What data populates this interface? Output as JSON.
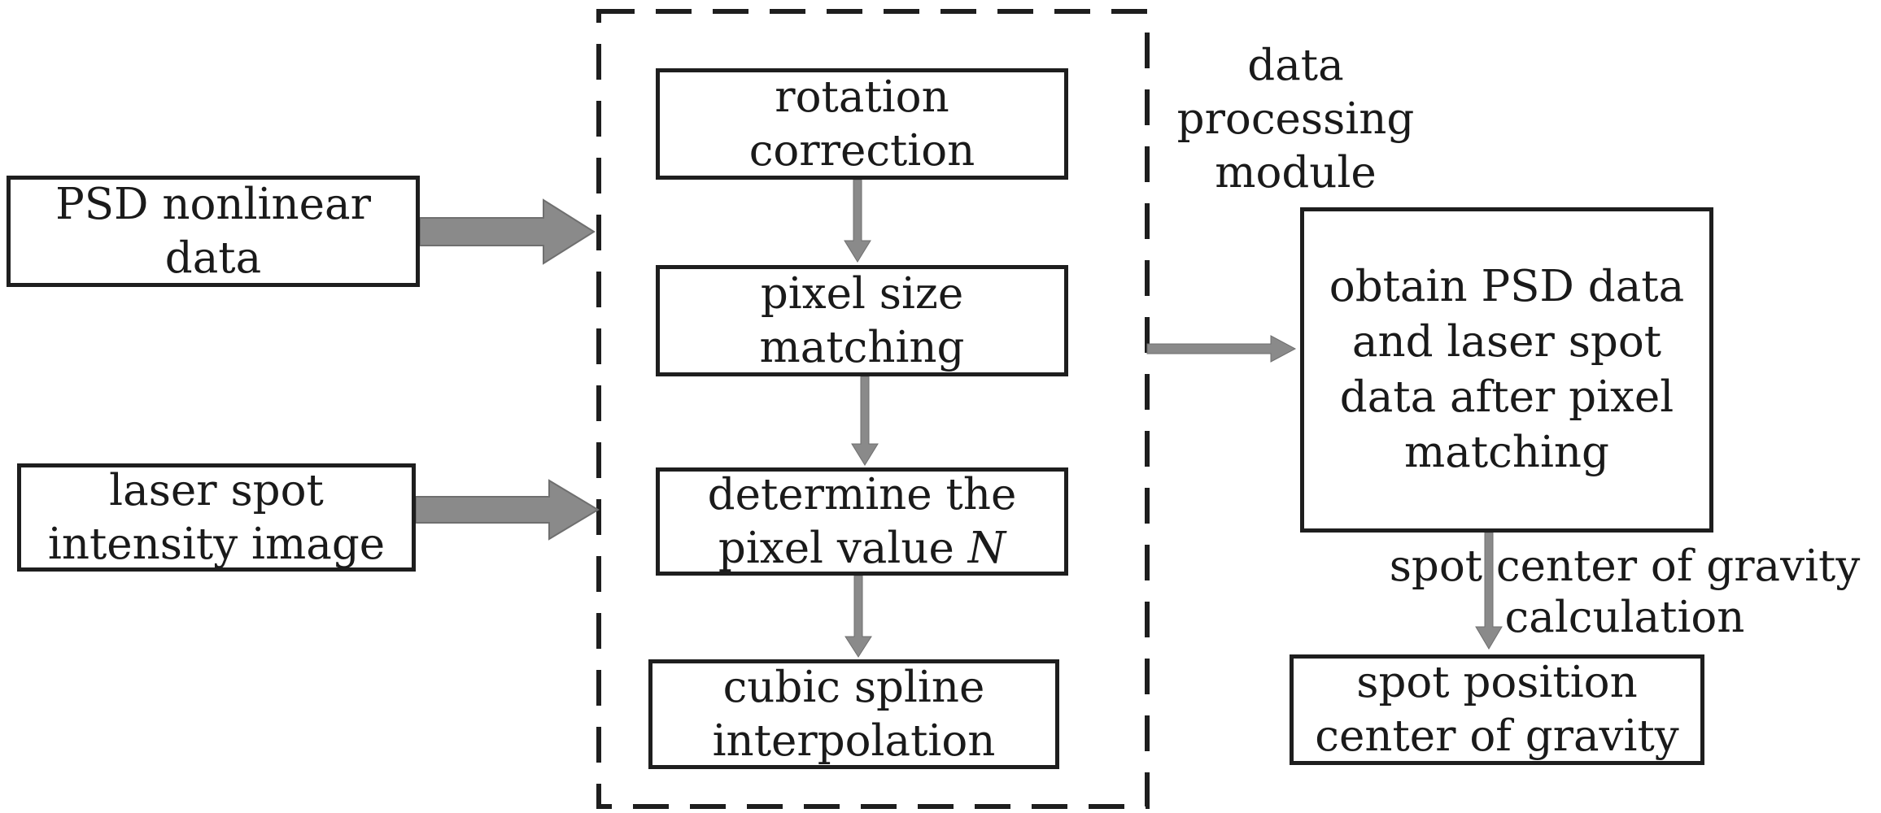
{
  "diagram": {
    "inputs": {
      "psd": {
        "line1": "PSD nonlinear",
        "line2": "data"
      },
      "laser": {
        "line1": "laser spot",
        "line2": "intensity image"
      }
    },
    "module": {
      "label": {
        "line1": "data",
        "line2": "processing",
        "line3": "module"
      },
      "steps": {
        "rotation": {
          "line1": "rotation",
          "line2": "correction"
        },
        "pixel_size": {
          "line1": "pixel size",
          "line2": "matching"
        },
        "determine": {
          "line1": "determine the",
          "line2_text": "pixel value ",
          "line2_var": "N"
        },
        "cubic": {
          "line1": "cubic spline",
          "line2": "interpolation"
        }
      }
    },
    "output": {
      "obtain": {
        "line1": "obtain PSD data",
        "line2": "and laser spot",
        "line3": "data after pixel",
        "line4": "matching"
      },
      "gravity_step": {
        "line1": "spot center of gravity",
        "line2": "calculation"
      },
      "result": {
        "line1": "spot position",
        "line2": "center of gravity"
      }
    },
    "colors": {
      "box_border": "#1e1e1e",
      "arrow": "#8a8a8a",
      "arrow_edge": "#6f6f6f",
      "dash_border": "#1e1e1e",
      "text": "#1a1a1a"
    }
  }
}
